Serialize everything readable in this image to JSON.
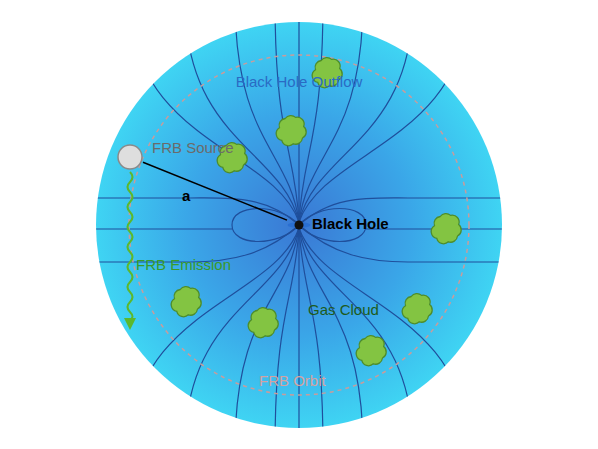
{
  "diagram": {
    "nodes": [
      {
        "text": [
          "Black Hole Outflow"
        ]
      },
      {
        "text": [
          "FRB Source"
        ],
        "in": 0
      },
      {
        "text": [
          "Black Hole"
        ],
        "in": 0
      },
      {
        "text": [
          "Gas Cloud"
        ],
        "in": 0
      }
    ],
    "edges": [
      {
        "from": 1,
        "to": 2,
        "arrow": "none",
        "label": "a"
      }
    ],
    "labels": [
      "FRB Emission",
      "FRB Orbit"
    ]
  }
}
